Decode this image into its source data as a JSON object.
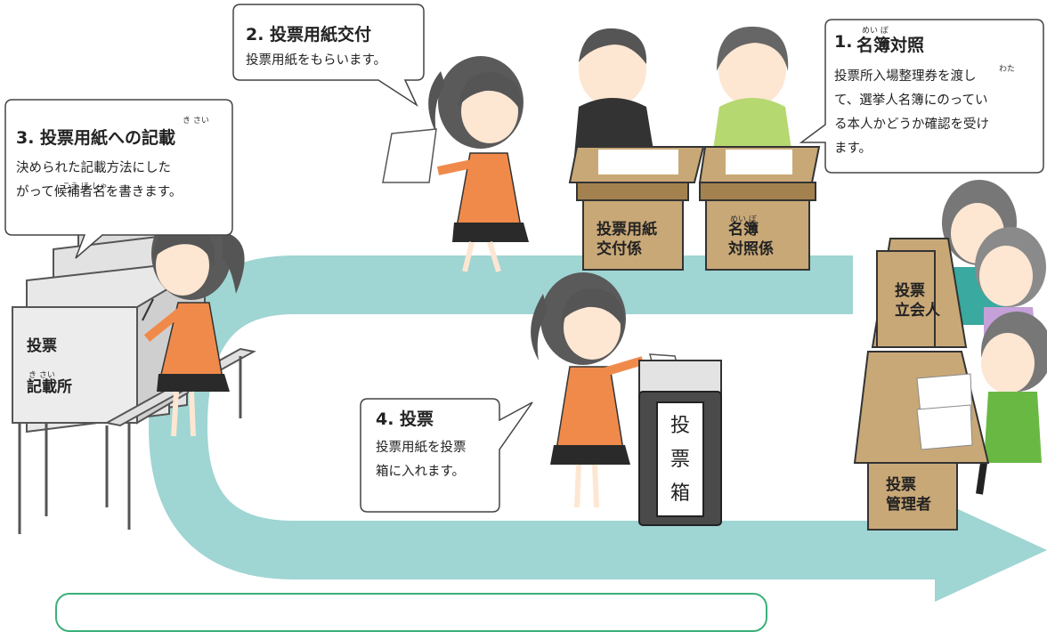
{
  "step1": {
    "title_number": "1.",
    "title": "名簿対照",
    "title_ruby": "めい ぼ",
    "lines": [
      "投票所入場整理券を渡し",
      "て、選挙人名簿にのってい",
      "る本人かどうか確認を受け",
      "ます。"
    ],
    "ruby_wata": "わた"
  },
  "step2": {
    "title": "2. 投票用紙交付",
    "text": "投票用紙をもらいます。"
  },
  "step3": {
    "title": "3. 投票用紙への記載",
    "title_ruby": "き さい",
    "lines": [
      "決められた記載方法にした",
      "がって候補者名を書きます。"
    ],
    "ruby_kouhosha": "こう ほ しゃ"
  },
  "step4": {
    "title": "4. 投票",
    "lines": [
      "投票用紙を投票",
      "箱に入れます。"
    ]
  },
  "desk1": {
    "lines": [
      "投票用紙",
      "交付係"
    ]
  },
  "desk2": {
    "lines": [
      "名簿",
      "対照係"
    ],
    "ruby": "めい ぼ"
  },
  "booth": {
    "line1": "投票",
    "line2": "記載所",
    "ruby": "き さい"
  },
  "witness": {
    "lines": [
      "投票",
      "立会人"
    ]
  },
  "manager": {
    "lines": [
      "投票",
      "管理者"
    ]
  },
  "ballot_box": {
    "chars": [
      "投",
      "票",
      "箱"
    ]
  },
  "colors": {
    "arrow": "#9fd5d3",
    "desk": "#c9a877",
    "desk_dark": "#8d6a3c",
    "dress": "#f08a4b",
    "skirt": "#2a2a2a",
    "hair": "#555555",
    "footer_border": "#3ab07a"
  }
}
